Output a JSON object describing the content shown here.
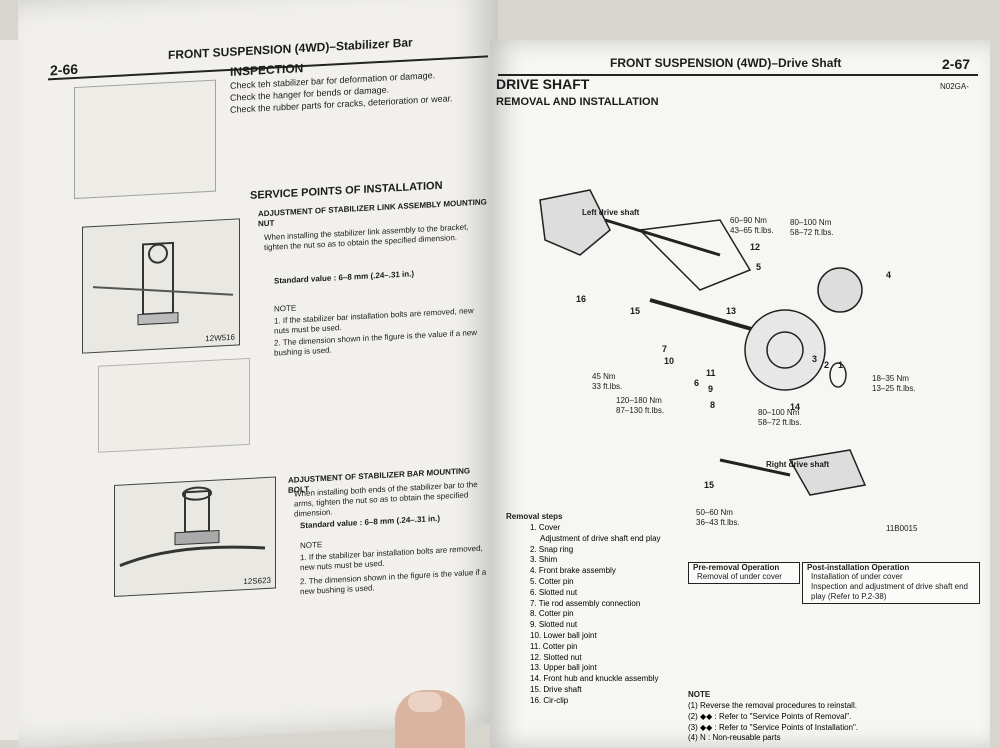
{
  "left_page": {
    "page_number": "2-66",
    "header": "FRONT SUSPENSION (4WD)–Stabilizer Bar",
    "inspection": {
      "title": "INSPECTION",
      "items": [
        "Check teh stabilizer bar for deformation or damage.",
        "Check the hanger for bends or damage.",
        "Check the rubber parts for cracks, deterioration or wear."
      ]
    },
    "service": {
      "title": "SERVICE POINTS OF INSTALLATION",
      "item1_title": "ADJUSTMENT OF STABILIZER LINK ASSEMBLY MOUNTING NUT",
      "item1_body": "When installing the stabilizer link assembly to the bracket, tighten the nut so as to obtain the specified dimension.",
      "standard1": "Standard value : 6–8 mm (.24–.31 in.)",
      "note1_title": "NOTE",
      "note1_items": [
        "1. If the stabilizer bar installation bolts are removed, new nuts must be used.",
        "2. The dimension shown in the figure is the value if a new bushing is used."
      ],
      "item2_title": "ADJUSTMENT OF STABILIZER BAR MOUNTING BOLT",
      "item2_body": "When installing both ends of the stabilizer bar to the arms, tighten the nut so as to obtain the specified dimension.",
      "standard2": "Standard value : 6–8 mm (.24–.31 in.)",
      "note2_title": "NOTE",
      "note2_items": [
        "1. If the stabilizer bar installation bolts are removed, new nuts must be used.",
        "2. The dimension shown in the figure is the value if a new bushing is used."
      ]
    },
    "fig_codes": [
      "12W516",
      "12S623"
    ]
  },
  "right_page": {
    "page_number": "2-67",
    "header": "FRONT SUSPENSION (4WD)–Drive Shaft",
    "corner_code": "N02GA-",
    "title": "DRIVE SHAFT",
    "subtitle": "REMOVAL AND INSTALLATION",
    "diagram": {
      "left_label": "Left drive shaft",
      "right_label": "Right drive shaft",
      "code": "11B0015",
      "torques": [
        "60–90 Nm\n43–65 ft.lbs.",
        "80–100 Nm\n58–72 ft.lbs.",
        "18–35 Nm\n13–25 ft.lbs.",
        "45 Nm\n33 ft.lbs.",
        "120–180 Nm\n87–130 ft.lbs.",
        "80–100 Nm\n58–72 ft.lbs.",
        "50–60 Nm\n36–43 ft.lbs."
      ],
      "numbers": [
        "12",
        "5",
        "4",
        "16",
        "15",
        "13",
        "7",
        "10",
        "6",
        "11",
        "9",
        "8",
        "3",
        "2",
        "1",
        "14",
        "15"
      ]
    },
    "removal_steps_title": "Removal steps",
    "removal_steps": [
      "1. Cover",
      "Adjustment of drive shaft end play",
      "2. Snap ring",
      "3. Shim",
      "4. Front brake assembly",
      "5. Cotter pin",
      "6. Slotted nut",
      "7. Tie rod assembly connection",
      "8. Cotter pin",
      "9. Slotted nut",
      "10. Lower ball joint",
      "11. Cotter pin",
      "12. Slotted nut",
      "13. Upper ball joint",
      "14. Front hub and knuckle assembly",
      "15. Drive shaft",
      "16. Cir-clip"
    ],
    "pre_removal": {
      "title": "Pre-removal Operation",
      "items": [
        "Removal of under cover"
      ]
    },
    "post_installation": {
      "title": "Post-installation Operation",
      "items": [
        "Installation of under cover",
        "Inspection and adjustment of drive shaft end play (Refer to P.2-38)"
      ]
    },
    "note": {
      "title": "NOTE",
      "items": [
        "(1) Reverse the removal procedures to reinstall.",
        "(2) ◆◆ : Refer to \"Service Points of Removal\".",
        "(3) ◆◆ : Refer to \"Service Points of Installation\".",
        "(4) N : Non-reusable parts"
      ]
    }
  },
  "colors": {
    "page": "#f4f4f1",
    "ink": "#1b1b1b",
    "background": "#d8d5cf"
  }
}
